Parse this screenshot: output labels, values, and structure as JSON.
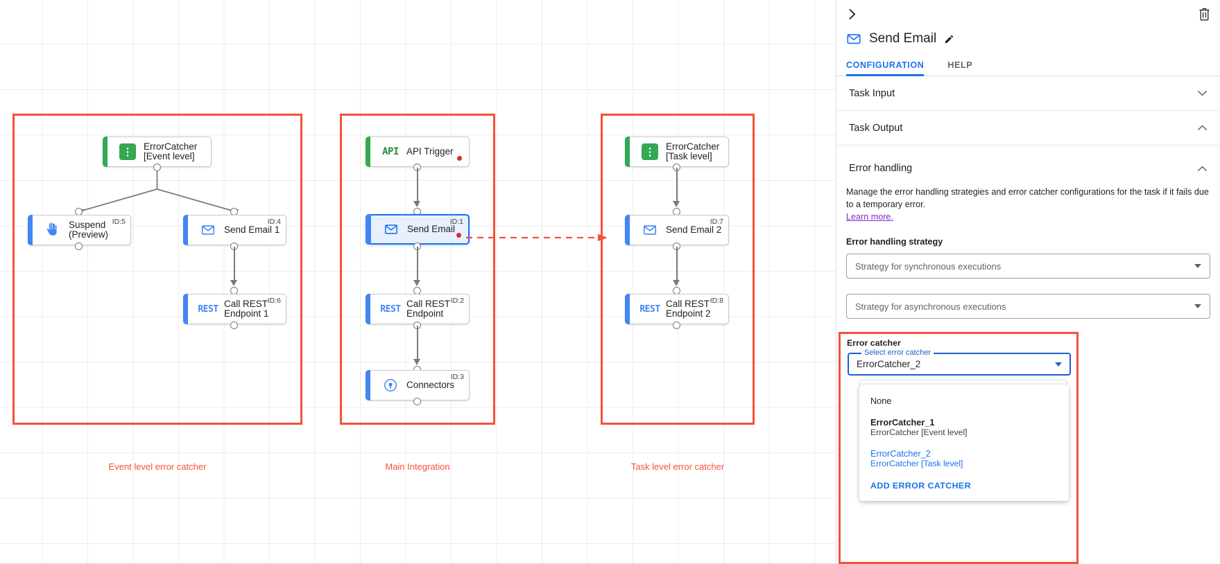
{
  "canvas": {
    "groups": [
      {
        "caption": "Event level error catcher"
      },
      {
        "caption": "Main Integration"
      },
      {
        "caption": "Task level error catcher"
      }
    ],
    "nodes": {
      "error_catcher_event": {
        "label": "ErrorCatcher\n[Event level]",
        "icon": "error-catcher-icon",
        "id": ""
      },
      "suspend": {
        "label": "Suspend\n(Preview)",
        "icon": "hand-icon",
        "id": "ID:5"
      },
      "send_email_1": {
        "label": "Send Email 1",
        "icon": "email-icon",
        "id": "ID:4"
      },
      "call_rest_1": {
        "label": "Call REST\nEndpoint 1",
        "icon": "rest-icon",
        "id": "ID:6"
      },
      "api_trigger": {
        "label": "API Trigger",
        "icon": "api-icon",
        "id": ""
      },
      "send_email": {
        "label": "Send Email",
        "icon": "email-icon",
        "id": "ID:1"
      },
      "call_rest": {
        "label": "Call REST\nEndpoint",
        "icon": "rest-icon",
        "id": "ID:2"
      },
      "connectors": {
        "label": "Connectors",
        "icon": "connectors-icon",
        "id": "ID:3"
      },
      "error_catcher_task": {
        "label": "ErrorCatcher\n[Task level]",
        "icon": "error-catcher-icon",
        "id": ""
      },
      "send_email_2": {
        "label": "Send Email 2",
        "icon": "email-icon",
        "id": "ID:7"
      },
      "call_rest_2": {
        "label": "Call REST\nEndpoint 2",
        "icon": "rest-icon",
        "id": "ID:8"
      }
    },
    "icon_text": {
      "api": "API",
      "rest": "REST",
      "error": "⋮"
    }
  },
  "panel": {
    "collapse_icon": "chevron-right-icon",
    "delete_icon": "trash-icon",
    "title": "Send Email",
    "title_icon": "email-icon",
    "edit_icon": "pencil-icon",
    "tabs": [
      {
        "label": "CONFIGURATION",
        "active": true
      },
      {
        "label": "HELP",
        "active": false
      }
    ],
    "sections": [
      {
        "label": "Task Input",
        "state": "collapsed"
      },
      {
        "label": "Task Output",
        "state": "expanded"
      },
      {
        "label": "Error handling",
        "state": "expanded"
      }
    ],
    "error_handling": {
      "description": "Manage the error handling strategies and error catcher configurations for the task if it fails due to a temporary error.",
      "learn_more": "Learn more.",
      "strategy_label": "Error handling strategy",
      "sync_placeholder": "Strategy for synchronous executions",
      "async_placeholder": "Strategy for asynchronous executions"
    },
    "error_catcher": {
      "section_label": "Error catcher",
      "field_label": "Select error catcher",
      "value": "ErrorCatcher_2",
      "options": [
        {
          "primary": "None",
          "secondary": "",
          "selected": false,
          "bold": false
        },
        {
          "primary": "ErrorCatcher_1",
          "secondary": "ErrorCatcher [Event level]",
          "selected": false,
          "bold": true
        },
        {
          "primary": "ErrorCatcher_2",
          "secondary": "ErrorCatcher [Task level]",
          "selected": true,
          "bold": true
        }
      ],
      "add_action": "ADD ERROR CATCHER"
    }
  },
  "colors": {
    "accent_blue": "#1a73e8",
    "group_red": "#f4503c",
    "node_green": "#34a853",
    "node_blue": "#4285f4",
    "error_dot": "#d32f2f",
    "link_purple": "#7b2ec4"
  }
}
